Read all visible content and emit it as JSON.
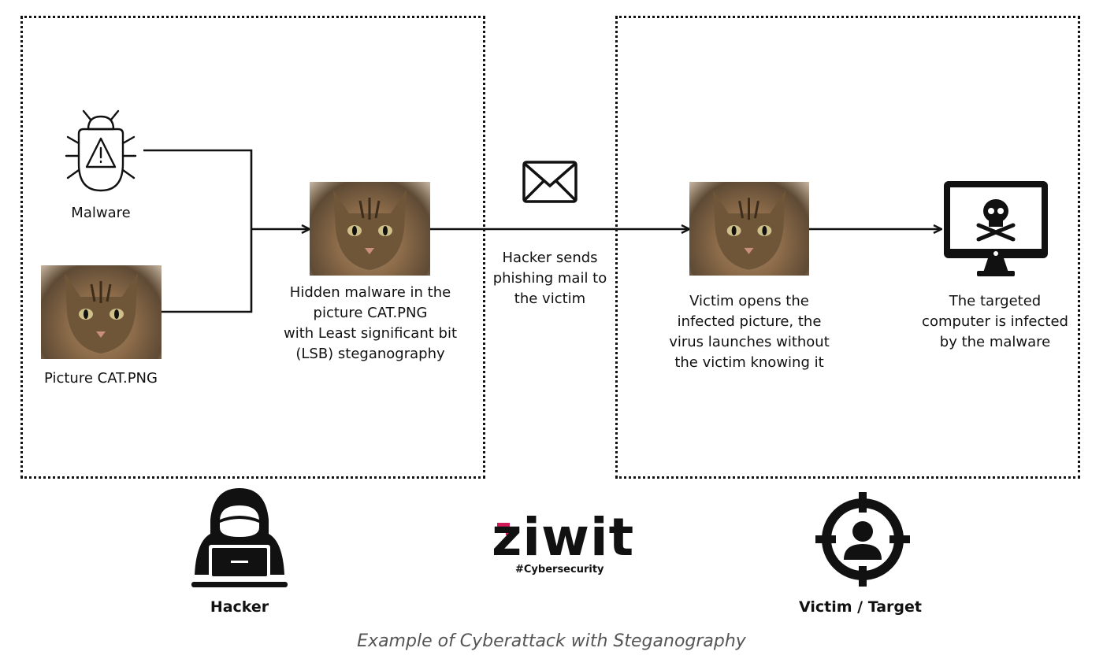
{
  "nodes": {
    "malware": "Malware",
    "picture": "Picture CAT.PNG",
    "hidden": "Hidden malware in the\npicture CAT.PNG\nwith Least significant bit\n(LSB) steganography",
    "mail": "Hacker sends\nphishing mail to\nthe victim",
    "victim_opens": "Victim opens the\ninfected picture, the\nvirus launches without\nthe victim knowing it",
    "infected": "The targeted\ncomputer is infected\nby the malware"
  },
  "actors": {
    "hacker": "Hacker",
    "victim": "Victim / Target"
  },
  "brand": {
    "name": "ziwit",
    "tagline": "#Cybersecurity",
    "accent_color": "#d11a5a"
  },
  "caption": "Example of Cyberattack with Steganography",
  "icons": [
    "bug-warning-icon",
    "envelope-icon",
    "skull-monitor-icon",
    "hooded-hacker-icon",
    "target-user-icon"
  ]
}
